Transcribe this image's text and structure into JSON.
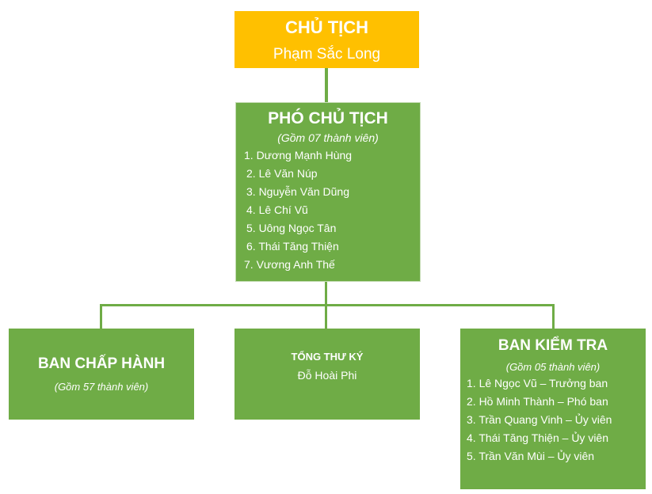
{
  "chairman": {
    "title": "CHỦ TỊCH",
    "name": "Phạm Sắc Long"
  },
  "vice": {
    "title": "PHÓ CHỦ TỊCH",
    "subtitle": "(Gồm 07 thành viên)",
    "members": [
      "1. Dương Mạnh Hùng",
      "2. Lê Văn Núp",
      "3. Nguyễn Văn Dũng",
      "4. Lê Chí Vũ",
      "5. Uông Ngọc Tân",
      "6. Thái Tăng Thiện",
      "7. Vương Anh Thế"
    ]
  },
  "executive": {
    "title": "BAN CHẤP HÀNH",
    "subtitle": "(Gồm 57 thành viên)"
  },
  "secretary": {
    "title": "TỔNG THƯ KÝ",
    "name": "Đỗ Hoài Phi"
  },
  "inspection": {
    "title": "BAN KIỂM TRA",
    "subtitle": "(Gồm 05 thành viên)",
    "members": [
      "1. Lê Ngọc Vũ – Trưởng ban",
      "2. Hồ Minh Thành – Phó ban",
      "3. Trần Quang Vinh – Ủy viên",
      "4. Thái Tăng Thiện – Ủy viên",
      "5. Trần Văn Mùi – Ủy viên"
    ]
  }
}
